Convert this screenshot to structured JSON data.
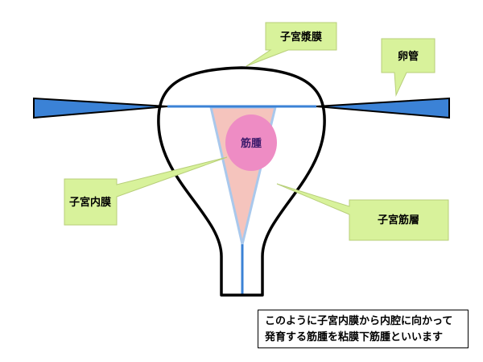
{
  "colors": {
    "callout_fill": "#d8f29b",
    "callout_stroke": "#b8cf7a",
    "tube_fill": "#3b82d6",
    "cavity_fill": "#f5c4bd",
    "cavity_stroke": "#a9c8ec",
    "canal_line": "#3b82d6",
    "myoma_fill": "#ee8cc4",
    "myoma_text": "#3a1a6a",
    "outline": "#000000"
  },
  "labels": {
    "serosa": "子宮漿膜",
    "tube": "卵管",
    "myoma": "筋腫",
    "endometrium": "子宮内膜",
    "myometrium": "子宮筋層"
  },
  "note": {
    "line1": "このように子宮内膜から内腔に向かって",
    "line2": "発育する筋腫を粘膜下筋腫といいます"
  }
}
